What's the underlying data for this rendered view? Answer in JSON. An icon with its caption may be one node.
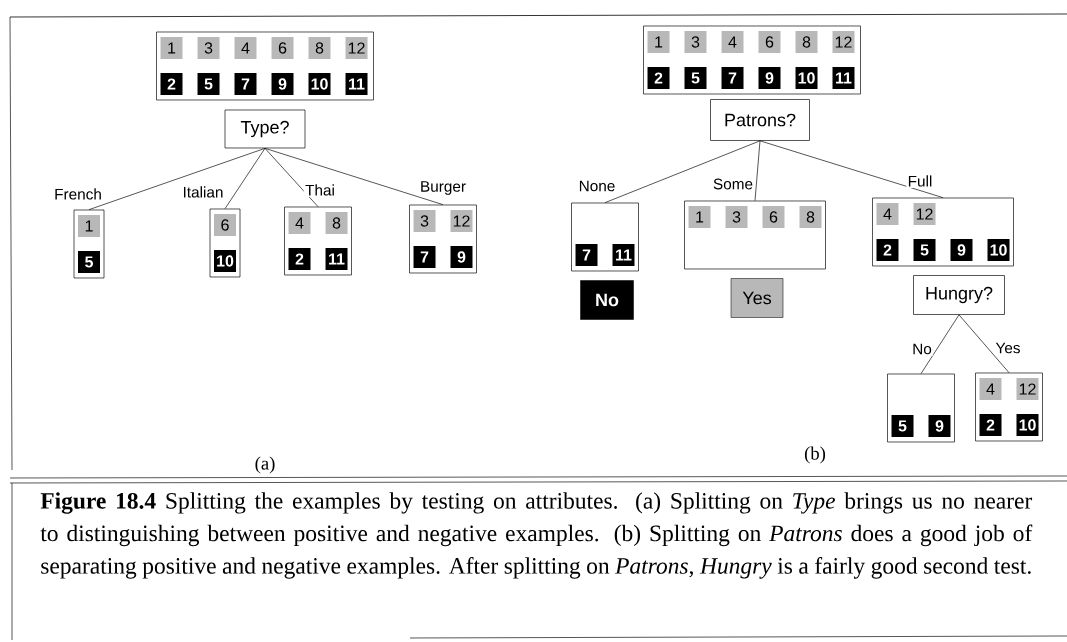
{
  "diagram": {
    "caption": "**Figure 18.4** Splitting the examples by testing on attributes. (a) Splitting on *Type* brings us no nearer to distinguishing between positive and negative examples. (b) Splitting on *Patrons* does a good job of separating positive and negative examples. After splitting on *Patrons*, *Hungry* is a fairly good second test.",
    "nodes": [
      {
        "text": [],
        "shape": "box"
      },
      {
        "text": [
          "1"
        ],
        "in": 0
      },
      {
        "text": [
          "3"
        ],
        "in": 0
      },
      {
        "text": [
          "4"
        ],
        "in": 0
      },
      {
        "text": [
          "6"
        ],
        "in": 0
      },
      {
        "text": [
          "8"
        ],
        "in": 0
      },
      {
        "text": [
          "12"
        ],
        "in": 0
      },
      {
        "text": [
          "2"
        ],
        "in": 0
      },
      {
        "text": [
          "5"
        ],
        "in": 0
      },
      {
        "text": [
          "7"
        ],
        "in": 0
      },
      {
        "text": [
          "9"
        ],
        "in": 0
      },
      {
        "text": [
          "10"
        ],
        "in": 0
      },
      {
        "text": [
          "11"
        ],
        "in": 0
      },
      {
        "text": [
          "Type?"
        ]
      },
      {
        "text": [],
        "shape": "box"
      },
      {
        "text": [
          "1"
        ],
        "in": 14
      },
      {
        "text": [
          "5"
        ],
        "in": 14
      },
      {
        "text": [],
        "shape": "box"
      },
      {
        "text": [
          "6"
        ],
        "in": 17
      },
      {
        "text": [
          "10"
        ],
        "in": 17
      },
      {
        "text": [],
        "shape": "box"
      },
      {
        "text": [
          "4"
        ],
        "in": 20
      },
      {
        "text": [
          "8"
        ],
        "in": 20
      },
      {
        "text": [
          "2"
        ],
        "in": 20
      },
      {
        "text": [
          "11"
        ],
        "in": 20
      },
      {
        "text": [],
        "shape": "box"
      },
      {
        "text": [
          "3"
        ],
        "in": 25
      },
      {
        "text": [
          "12"
        ],
        "in": 25
      },
      {
        "text": [
          "7"
        ],
        "in": 25
      },
      {
        "text": [
          "9"
        ],
        "in": 25
      },
      {
        "text": [],
        "shape": "box"
      },
      {
        "text": [
          "1"
        ],
        "in": 30
      },
      {
        "text": [
          "3"
        ],
        "in": 30
      },
      {
        "text": [
          "4"
        ],
        "in": 30
      },
      {
        "text": [
          "6"
        ],
        "in": 30
      },
      {
        "text": [
          "8"
        ],
        "in": 30
      },
      {
        "text": [
          "12"
        ],
        "in": 30
      },
      {
        "text": [
          "2"
        ],
        "in": 30
      },
      {
        "text": [
          "5"
        ],
        "in": 30
      },
      {
        "text": [
          "7"
        ],
        "in": 30
      },
      {
        "text": [
          "9"
        ],
        "in": 30
      },
      {
        "text": [
          "10"
        ],
        "in": 30
      },
      {
        "text": [
          "11"
        ],
        "in": 30
      },
      {
        "text": [
          "Patrons?"
        ]
      },
      {
        "text": [],
        "shape": "box"
      },
      {
        "text": [
          "7"
        ],
        "in": 44
      },
      {
        "text": [
          "11"
        ],
        "in": 44
      },
      {
        "text": [
          "No"
        ]
      },
      {
        "text": [],
        "shape": "box"
      },
      {
        "text": [
          "1"
        ],
        "in": 48
      },
      {
        "text": [
          "3"
        ],
        "in": 48
      },
      {
        "text": [
          "6"
        ],
        "in": 48
      },
      {
        "text": [
          "8"
        ],
        "in": 48
      },
      {
        "text": [
          "Yes"
        ]
      },
      {
        "text": [],
        "shape": "box"
      },
      {
        "text": [
          "4"
        ],
        "in": 54
      },
      {
        "text": [
          "12"
        ],
        "in": 54
      },
      {
        "text": [
          "2"
        ],
        "in": 54
      },
      {
        "text": [
          "5"
        ],
        "in": 54
      },
      {
        "text": [
          "9"
        ],
        "in": 54
      },
      {
        "text": [
          "10"
        ],
        "in": 54
      },
      {
        "text": [
          "Hungry?"
        ]
      },
      {
        "text": [],
        "shape": "box"
      },
      {
        "text": [
          "5"
        ],
        "in": 62
      },
      {
        "text": [
          "9"
        ],
        "in": 62
      },
      {
        "text": [],
        "shape": "box"
      },
      {
        "text": [
          "4"
        ],
        "in": 65
      },
      {
        "text": [
          "12"
        ],
        "in": 65
      },
      {
        "text": [
          "2"
        ],
        "in": 65
      },
      {
        "text": [
          "10"
        ],
        "in": 65
      }
    ],
    "edges": [
      {
        "from": 13,
        "to": 14,
        "arrow": "none",
        "label": "French"
      },
      {
        "from": 13,
        "to": 17,
        "arrow": "none",
        "label": "Italian"
      },
      {
        "from": 13,
        "to": 20,
        "arrow": "none",
        "label": "Thai"
      },
      {
        "from": 13,
        "to": 25,
        "arrow": "none",
        "label": "Burger"
      },
      {
        "from": 43,
        "to": 44,
        "arrow": "none",
        "label": "None"
      },
      {
        "from": 43,
        "to": 48,
        "arrow": "none",
        "label": "Some"
      },
      {
        "from": 43,
        "to": 54,
        "arrow": "none",
        "label": "Full"
      },
      {
        "from": 61,
        "to": 62,
        "arrow": "none",
        "label": "No"
      },
      {
        "from": 61,
        "to": 65,
        "arrow": "none",
        "label": "Yes"
      }
    ],
    "labels": [
      "(a)",
      "(b)"
    ]
  }
}
